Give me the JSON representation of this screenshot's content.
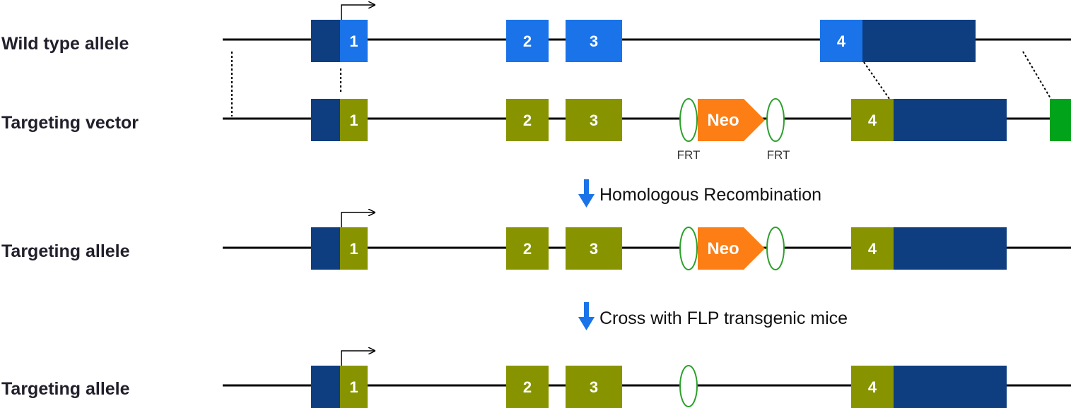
{
  "rows": [
    {
      "label": "Wild type allele",
      "exons": [
        "1",
        "2",
        "3",
        "4"
      ]
    },
    {
      "label": "Targeting vector",
      "exons": [
        "1",
        "2",
        "3",
        "4"
      ],
      "cassette": "Neo",
      "frt_left": "FRT",
      "frt_right": "FRT"
    },
    {
      "label": "Targeting allele",
      "exons": [
        "1",
        "2",
        "3",
        "4"
      ],
      "cassette": "Neo"
    },
    {
      "label": "Targeting allele",
      "exons": [
        "1",
        "2",
        "3",
        "4"
      ]
    }
  ],
  "steps": [
    "Homologous Recombination",
    "Cross with FLP transgenic mice"
  ],
  "colors": {
    "dark_blue": "#0e3d80",
    "bright_blue": "#1a73e8",
    "olive": "#879400",
    "neo_orange": "#fd7e14",
    "frt_green": "#2ca02c",
    "selection_green": "#00a31a",
    "line": "#000000",
    "arrow_blue": "#1a73e8"
  }
}
